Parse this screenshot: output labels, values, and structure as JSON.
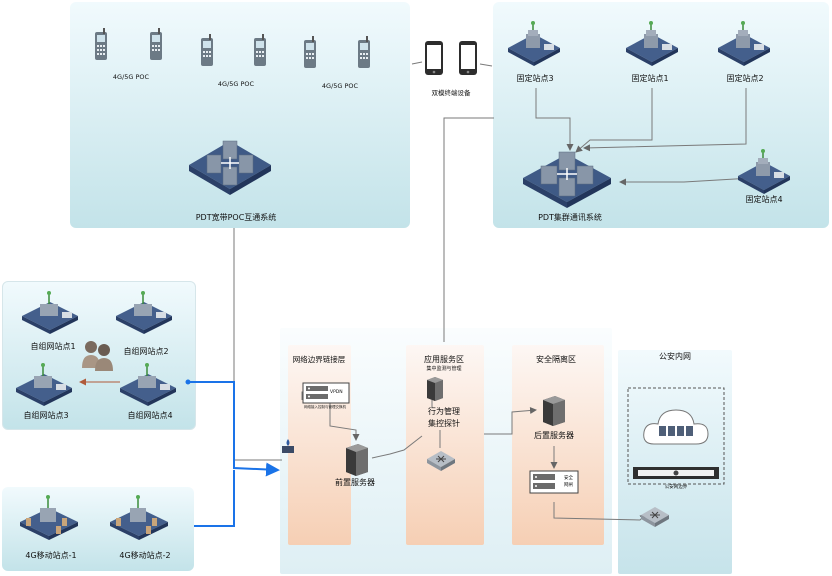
{
  "poc_panel": {
    "phone_labels": [
      "4G/5G POC",
      "4G/5G POC",
      "4G/5G POC"
    ],
    "system_label": "PDT宽带POC互通系统"
  },
  "dual_mode": {
    "label": "双模终端设备"
  },
  "cluster_panel": {
    "stations": [
      "固定站点3",
      "固定站点1",
      "固定站点2",
      "固定站点4"
    ],
    "system_label": "PDT集群通讯系统"
  },
  "adhoc_panel": {
    "sites": [
      "自组网站点1",
      "自组网站点2",
      "自组网站点3",
      "自组网站点4"
    ]
  },
  "mobile_panel": {
    "sites": [
      "4G移动站点-1",
      "4G移动站点-2"
    ]
  },
  "zones": {
    "border": {
      "title": "网络边界链接层",
      "vpdn_label": "VPDN",
      "vpdn_sub": "网络接入控制与管理交换机",
      "server_label": "前置服务器"
    },
    "app": {
      "title": "应用服务区",
      "subtitle": "集中监测与管理",
      "server_label_1": "行为管理",
      "server_label_2": "集控探针"
    },
    "security": {
      "title": "安全隔离区",
      "server_label": "后置服务器",
      "gateway_sub_1": "安全",
      "gateway_sub_2": "网闸"
    },
    "police": {
      "title": "公安内网",
      "device_label": "公安网边界"
    }
  },
  "colors": {
    "panel_top": "#f1fafd",
    "panel_bottom": "#c3e3e9",
    "zone_top": "#fdf7f4",
    "zone_bottom": "#f6cfb4",
    "blue_link": "#1a73e8",
    "gray_link": "#7a7a7a",
    "brown_link": "#b05a3a"
  }
}
